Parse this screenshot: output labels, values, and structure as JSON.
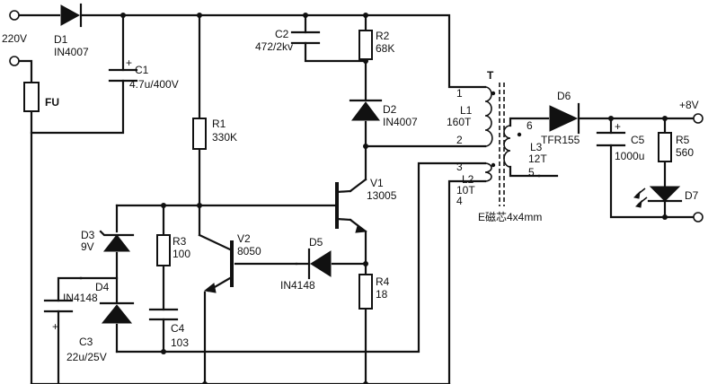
{
  "input": {
    "voltage": "220V"
  },
  "output": {
    "voltage": "+8V"
  },
  "components": {
    "d1": {
      "ref": "D1",
      "value": "IN4007"
    },
    "fuse": {
      "ref": "FU"
    },
    "c1": {
      "ref": "C1",
      "value": "4.7u/400V",
      "polarity": "+"
    },
    "r1": {
      "ref": "R1",
      "value": "330K"
    },
    "c2": {
      "ref": "C2",
      "value": "472/2kv"
    },
    "r2": {
      "ref": "R2",
      "value": "68K"
    },
    "d2": {
      "ref": "D2",
      "value": "IN4007"
    },
    "transformer": {
      "ref": "T",
      "core": "E磁芯4x4mm",
      "l1": {
        "ref": "L1",
        "value": "160T",
        "pin_start": "1",
        "pin_end": "2"
      },
      "l2": {
        "ref": "L2",
        "value": "10T",
        "pin_start": "3",
        "pin_end": "4"
      },
      "l3": {
        "ref": "L3",
        "value": "12T",
        "pin_start": "6",
        "pin_end": "5"
      }
    },
    "v1": {
      "ref": "V1",
      "value": "13005"
    },
    "v2": {
      "ref": "V2",
      "value": "8050"
    },
    "d3": {
      "ref": "D3",
      "value": "9V"
    },
    "r3": {
      "ref": "R3",
      "value": "100"
    },
    "d4": {
      "ref": "D4",
      "value": "IN4148"
    },
    "d5": {
      "ref": "D5",
      "value": "IN4148"
    },
    "r4": {
      "ref": "R4",
      "value": "18"
    },
    "c3": {
      "ref": "C3",
      "value": "22u/25V",
      "polarity": "+"
    },
    "c4": {
      "ref": "C4",
      "value": "103"
    },
    "d6": {
      "ref": "D6",
      "value": "TFR155"
    },
    "c5": {
      "ref": "C5",
      "value": "1000u",
      "polarity": "+"
    },
    "r5": {
      "ref": "R5",
      "value": "560"
    },
    "d7": {
      "ref": "D7"
    }
  }
}
